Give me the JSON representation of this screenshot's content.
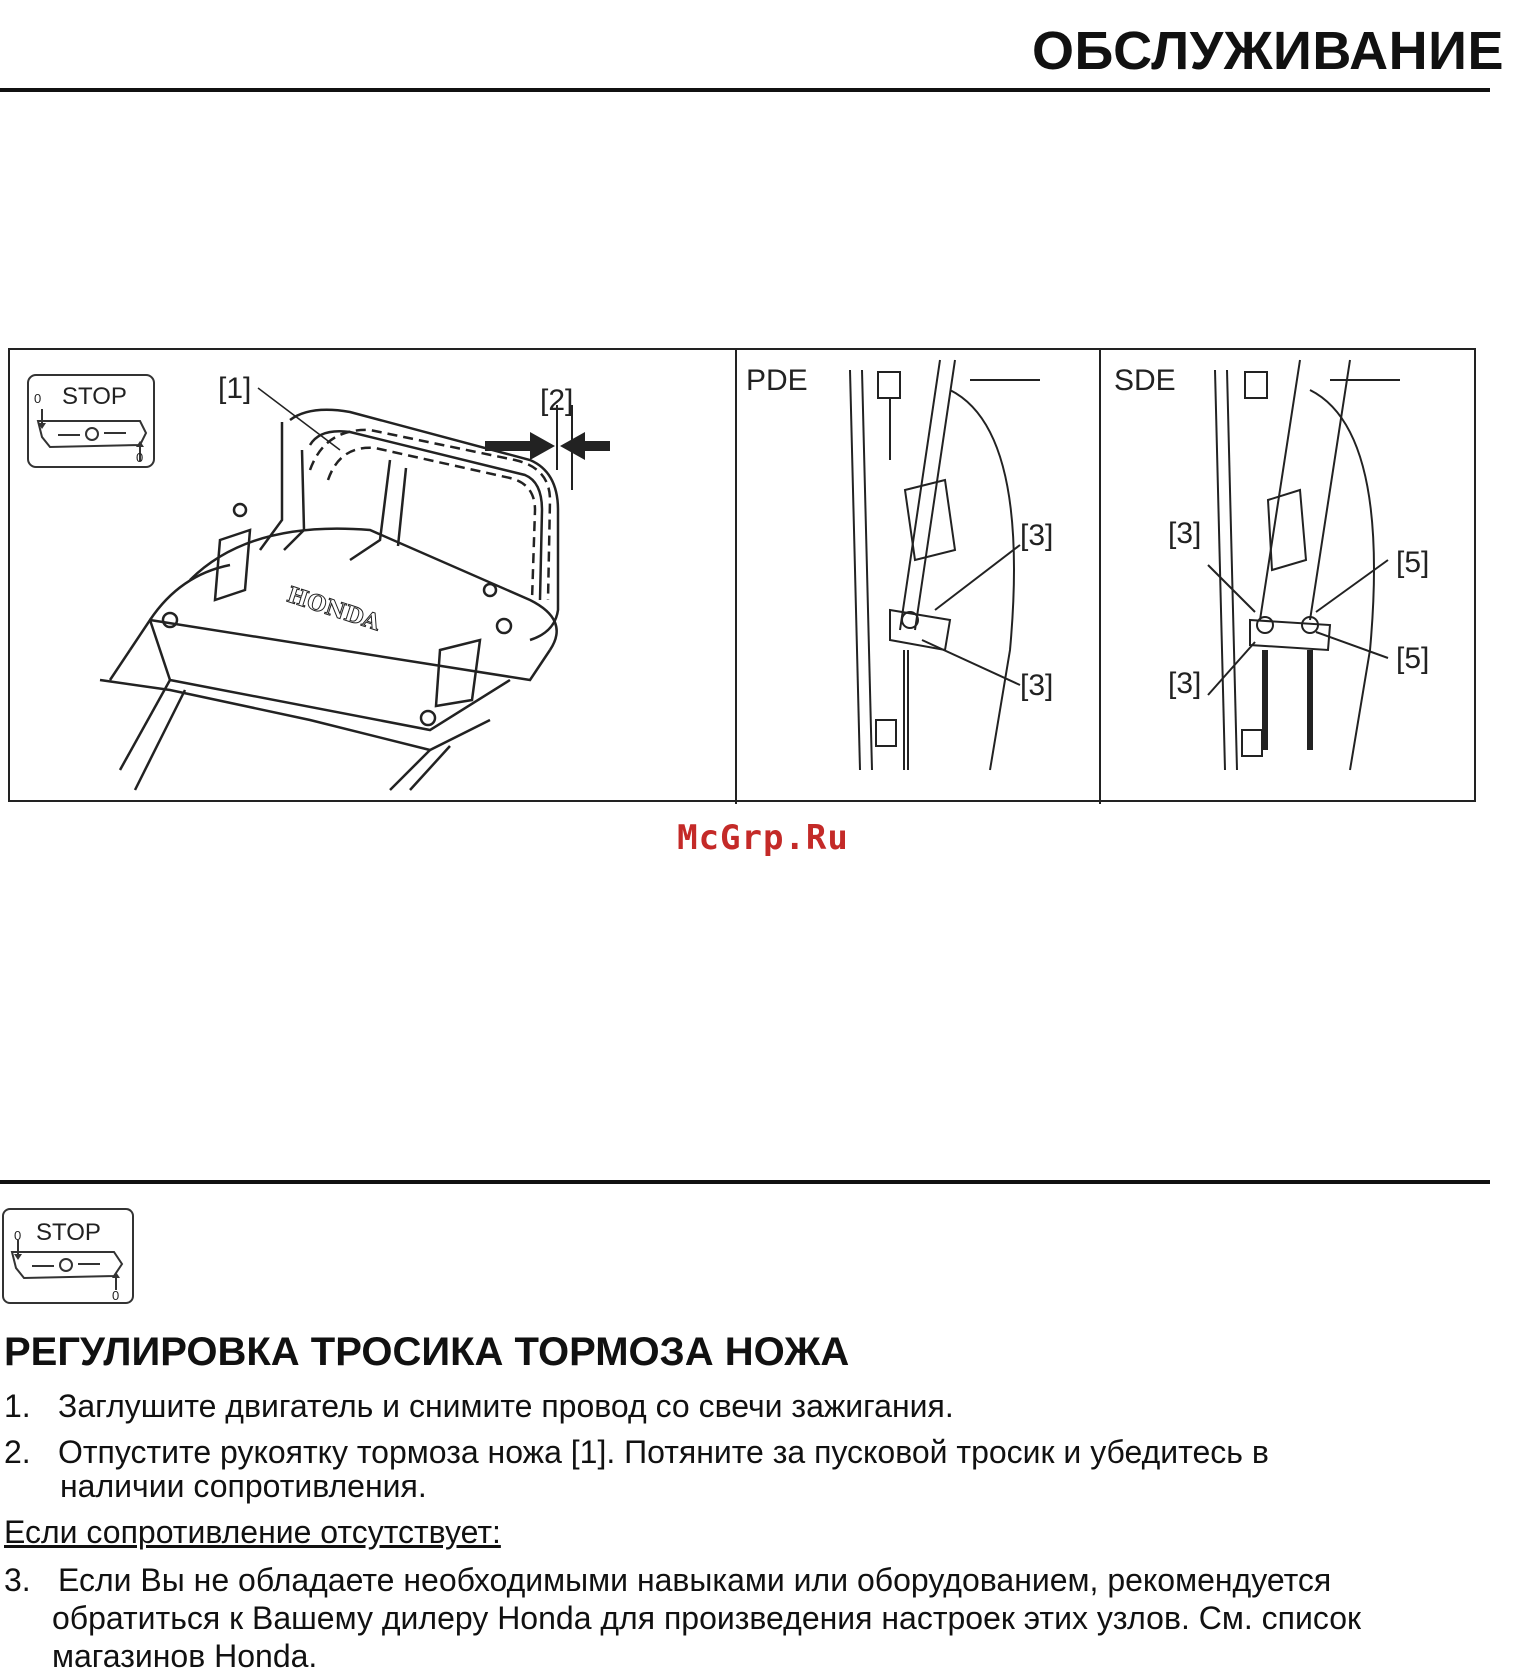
{
  "header": {
    "title": "ОБСЛУЖИВАНИЕ"
  },
  "figure": {
    "stop_label": "STOP",
    "icon_up_mark": "0",
    "icon_down_mark": "0",
    "callouts": {
      "handle_lever": "[1]",
      "gap": "[2]",
      "pde_nut_upper": "[3]",
      "pde_nut_lower": "[3]",
      "sde_nut_upper": "[3]",
      "sde_nut_lower": "[3]",
      "sde_nut5_upper": "[5]",
      "sde_nut5_lower": "[5]"
    },
    "panel_labels": {
      "pde": "PDE",
      "sde": "SDE"
    },
    "logo_text": "HONDA"
  },
  "watermark": "McGrp.Ru",
  "section": {
    "stop_label": "STOP",
    "icon_up_mark": "0",
    "icon_down_mark": "0",
    "title": "РЕГУЛИРОВКА ТРОСИКА ТОРМОЗА НОЖА",
    "steps": [
      {
        "num": "1.",
        "lines": [
          "Заглушите двигатель и снимите провод со свечи зажигания."
        ]
      },
      {
        "num": "2.",
        "lines": [
          "Отпустите рукоятку тормоза ножа [1]. Потяните за пусковой тросик и убедитесь в",
          "наличии сопротивления."
        ]
      }
    ],
    "condition": "Если сопротивление отсутствует:",
    "step3": {
      "num": "3.",
      "lines": [
        "Если Вы не обладаете необходимыми навыками или оборудованием, рекомендуется",
        "обратиться к Вашему дилеру Honda для произведения настроек этих узлов. См. список",
        "магазинов Honda."
      ]
    }
  }
}
